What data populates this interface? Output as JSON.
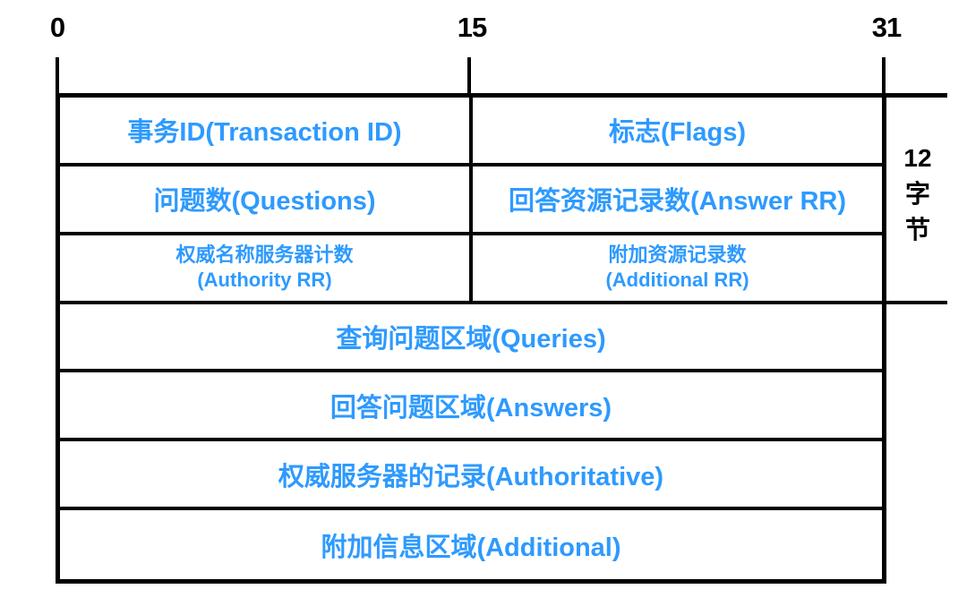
{
  "diagram": {
    "title_semantic": "DNS message format",
    "axis": {
      "ticks": [
        "0",
        "15",
        "31"
      ]
    },
    "header_rows": [
      {
        "left": {
          "line1": "事务ID(Transaction ID)"
        },
        "right": {
          "line1": "标志(Flags)"
        }
      },
      {
        "left": {
          "line1": "问题数(Questions)"
        },
        "right": {
          "line1": "回答资源记录数(Answer RR)"
        }
      },
      {
        "left": {
          "line1": "权威名称服务器计数",
          "line2": "(Authority RR)"
        },
        "right": {
          "line1": "附加资源记录数",
          "line2": "(Additional RR)"
        }
      }
    ],
    "section_rows": [
      {
        "label": "查询问题区域(Queries)"
      },
      {
        "label": "回答问题区域(Answers)"
      },
      {
        "label": "权威服务器的记录(Authoritative)"
      },
      {
        "label": "附加信息区域(Additional)"
      }
    ],
    "byte_bracket": {
      "chars": [
        "12",
        "字",
        "节"
      ]
    },
    "colors": {
      "field_text": "#2E9AFE",
      "line": "#000000",
      "background": "#FFFFFF"
    }
  }
}
